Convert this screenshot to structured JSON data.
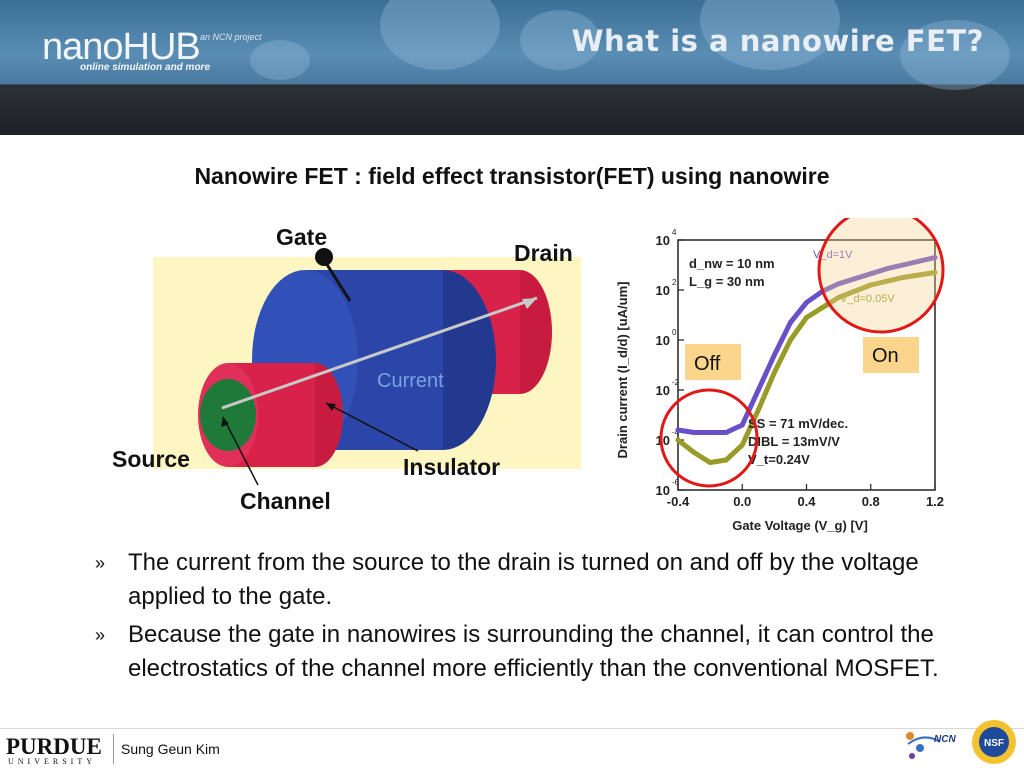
{
  "header": {
    "logo_main": "nanoHUB",
    "logo_tagline": "online simulation and more",
    "ncn_tag": "an NCN project",
    "slide_title": "What is a nanowire FET?"
  },
  "subtitle": "Nanowire FET : field effect transistor(FET) using nanowire",
  "diagram": {
    "labels": {
      "gate": "Gate",
      "drain": "Drain",
      "source": "Source",
      "channel": "Channel",
      "insulator": "Insulator",
      "current": "Current"
    },
    "colors": {
      "background_panel": "#fdf6c2",
      "drain_source": "#d8224a",
      "gate": "#2b46a8",
      "channel": "#1f7a3a"
    }
  },
  "chart_data": {
    "type": "line",
    "xlabel": "Gate Voltage (V_g) [V]",
    "ylabel": "Drain current (I_d/d) [uA/um]",
    "x_ticks": [
      "-0.4",
      "0.0",
      "0.4",
      "0.8",
      "1.2"
    ],
    "y_ticks": [
      "10^4",
      "10^2",
      "10^0",
      "10^-2",
      "10^-4",
      "10^-6"
    ],
    "xlim": [
      -0.4,
      1.2
    ],
    "ylim_log10": [
      -6,
      4
    ],
    "params": [
      "d_nw = 10 nm",
      "L_g = 30 nm"
    ],
    "stats": [
      "SS = 71 mV/dec.",
      "DIBL = 13mV/V",
      "V_t=0.24V"
    ],
    "series": [
      {
        "name": "V_d=1V",
        "color": "#6a50c8",
        "x": [
          -0.4,
          -0.3,
          -0.2,
          -0.1,
          0.0,
          0.1,
          0.2,
          0.3,
          0.4,
          0.5,
          0.6,
          0.7,
          0.8,
          0.9,
          1.0,
          1.1,
          1.2
        ],
        "log_y": [
          -3.6,
          -3.7,
          -3.7,
          -3.7,
          -3.4,
          -2.0,
          -0.6,
          0.7,
          1.5,
          1.95,
          2.25,
          2.45,
          2.65,
          2.85,
          3.0,
          3.15,
          3.3
        ]
      },
      {
        "name": "V_d=0.05V",
        "color": "#9a9a28",
        "x": [
          -0.4,
          -0.3,
          -0.2,
          -0.1,
          0.0,
          0.1,
          0.2,
          0.3,
          0.4,
          0.5,
          0.6,
          0.7,
          0.8,
          0.9,
          1.0,
          1.1,
          1.2
        ],
        "log_y": [
          -4.0,
          -4.5,
          -4.9,
          -4.8,
          -4.2,
          -2.8,
          -1.3,
          0.0,
          0.9,
          1.3,
          1.7,
          1.95,
          2.2,
          2.35,
          2.5,
          2.6,
          2.7
        ]
      }
    ],
    "annotations": {
      "off": "Off",
      "on": "On"
    }
  },
  "bullets": {
    "marker": "»",
    "items": [
      "The current from the source to the drain is turned on and off by the voltage applied to the gate.",
      "Because the gate in nanowires is surrounding the channel, it can control the electrostatics of the channel more efficiently than the conventional MOSFET."
    ]
  },
  "footer": {
    "institution": "PURDUE",
    "institution_sub": "UNIVERSITY",
    "author": "Sung Geun Kim"
  }
}
